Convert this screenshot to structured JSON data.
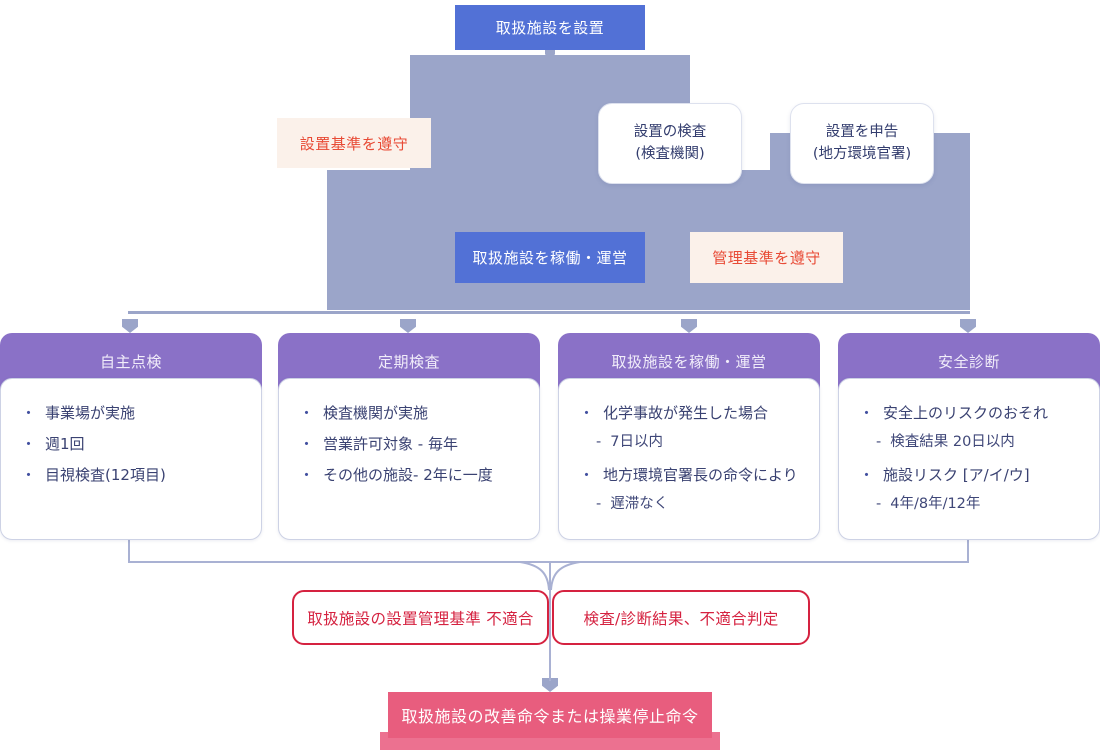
{
  "diagram": {
    "top_box": "取扱施設を設置",
    "comply_install": "設置基準を遵守",
    "inspect_box": {
      "line1": "設置の検査",
      "line2": "(検査機関)"
    },
    "report_box": {
      "line1": "設置を申告",
      "line2": "(地方環境官署)"
    },
    "operate_box": "取扱施設を稼働・運営",
    "comply_manage": "管理基準を遵守",
    "columns": [
      {
        "title": "自主点検",
        "items": [
          {
            "text": "事業場が実施",
            "subs": []
          },
          {
            "text": "週1回",
            "subs": []
          },
          {
            "text": "目視検査(12項目)",
            "subs": []
          }
        ]
      },
      {
        "title": "定期検査",
        "items": [
          {
            "text": "検査機関が実施",
            "subs": []
          },
          {
            "text": "営業許可対象 - 毎年",
            "subs": []
          },
          {
            "text": "その他の施設- 2年に一度",
            "subs": []
          }
        ]
      },
      {
        "title": "取扱施設を稼働・運営",
        "items": [
          {
            "text": "化学事故が発生した場合",
            "subs": [
              "7日以内"
            ]
          },
          {
            "text": "地方環境官署長の命令により",
            "subs": [
              "遅滞なく"
            ]
          }
        ]
      },
      {
        "title": "安全診断",
        "items": [
          {
            "text": "安全上のリスクのおそれ",
            "subs": [
              "検査結果 20日以内"
            ]
          },
          {
            "text": "施設リスク [ア/イ/ウ]",
            "subs": [
              "4年/8年/12年"
            ]
          }
        ]
      }
    ],
    "noncompliance_left": "取扱施設の設置管理基準 不適合",
    "noncompliance_right": "検査/診断結果、不適合判定",
    "order_box": "取扱施設の改善命令または操業停止命令",
    "colors": {
      "blue": "#5271d6",
      "slate": "#9ba5c9",
      "purple": "#8a71c7",
      "peach_bg": "#fbf1ea",
      "vermilion_text": "#e84b36",
      "crimson": "#d52240",
      "pink": "#e85d7e",
      "navy_text": "#333d6e",
      "connector": "#a9b1d3"
    }
  }
}
